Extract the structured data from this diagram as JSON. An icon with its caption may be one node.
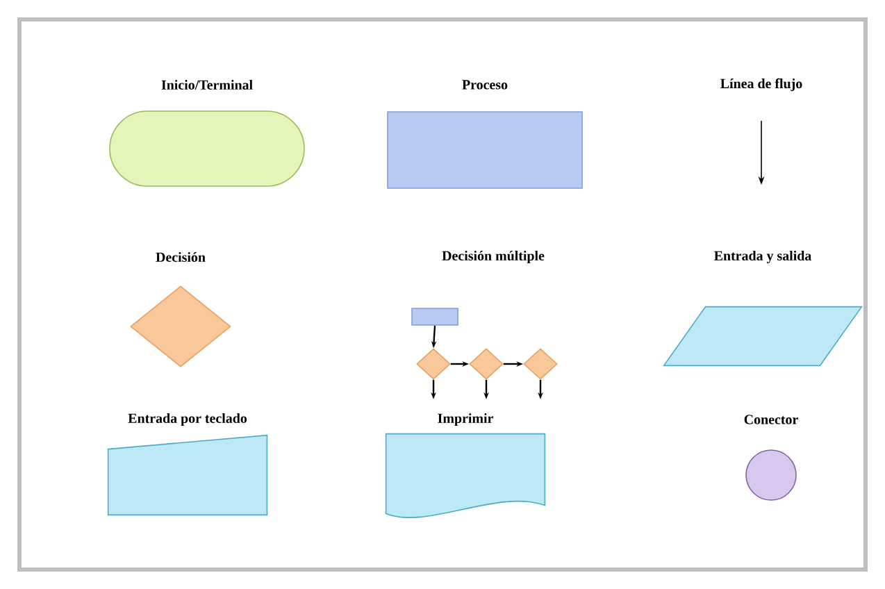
{
  "diagram": {
    "nodes": [
      {
        "text": [
          "Inicio/Terminal"
        ]
      },
      {
        "text": [
          "Proceso"
        ]
      },
      {
        "text": [
          "Decisión"
        ]
      },
      {
        "text": [],
        "shape": "box"
      },
      {
        "text": [],
        "shape": "diamond"
      },
      {
        "text": [],
        "shape": "diamond"
      },
      {
        "text": [],
        "shape": "diamond"
      },
      {
        "text": [
          "Entrada y salida"
        ]
      },
      {
        "text": [
          "Entrada por teclado"
        ]
      },
      {
        "text": [
          "Imprimir"
        ]
      },
      {
        "text": [
          "Conector"
        ]
      }
    ],
    "edges": [
      {
        "from": 3,
        "to": 4,
        "arrow": "to"
      },
      {
        "from": 4,
        "to": 5,
        "arrow": "to"
      },
      {
        "from": 5,
        "to": 6,
        "arrow": "to"
      },
      {
        "from": 4,
        "to": null,
        "arrow": "to"
      },
      {
        "from": 5,
        "to": null,
        "arrow": "to"
      },
      {
        "from": 6,
        "to": null,
        "arrow": "to"
      }
    ],
    "labels": [
      "Línea de flujo",
      "Decisión múltiple"
    ]
  }
}
